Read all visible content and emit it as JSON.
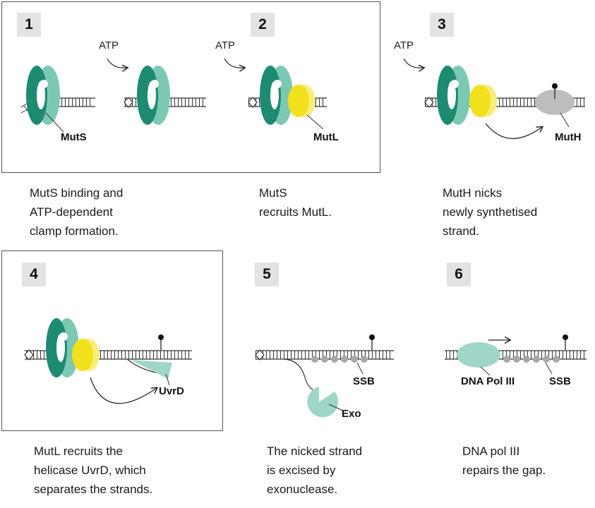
{
  "steps": [
    {
      "number": "1",
      "atp": "ATP",
      "labels": [
        "MutS"
      ],
      "caption": [
        "MutS binding and",
        "ATP-dependent",
        "clamp formation."
      ]
    },
    {
      "number": "2",
      "atp": "ATP",
      "labels": [
        "MutL"
      ],
      "caption": [
        "MutS",
        "recruits MutL."
      ]
    },
    {
      "number": "3",
      "atp": "ATP",
      "labels": [
        "MutH"
      ],
      "caption": [
        "MutH nicks",
        "newly synthetised",
        "strand."
      ]
    },
    {
      "number": "4",
      "labels": [
        "UvrD"
      ],
      "caption": [
        "MutL recruits the",
        "helicase UvrD, which",
        "separates the strands."
      ]
    },
    {
      "number": "5",
      "labels": [
        "SSB",
        "Exo"
      ],
      "caption": [
        "The nicked strand",
        "is excised by",
        "exonuclease."
      ]
    },
    {
      "number": "6",
      "labels": [
        "DNA Pol III",
        "SSB"
      ],
      "caption": [
        "DNA pol III",
        "repairs the gap."
      ]
    }
  ],
  "colors": {
    "muts_dark": "#1d8a72",
    "muts_light": "#7cc9b3",
    "mutl": "#f2e01c",
    "muth": "#bdbdbd",
    "uvrd": "#9fd6c7",
    "ssb": "#a8a8a8",
    "frame": "#555555",
    "badge": "#e3e3e3"
  }
}
